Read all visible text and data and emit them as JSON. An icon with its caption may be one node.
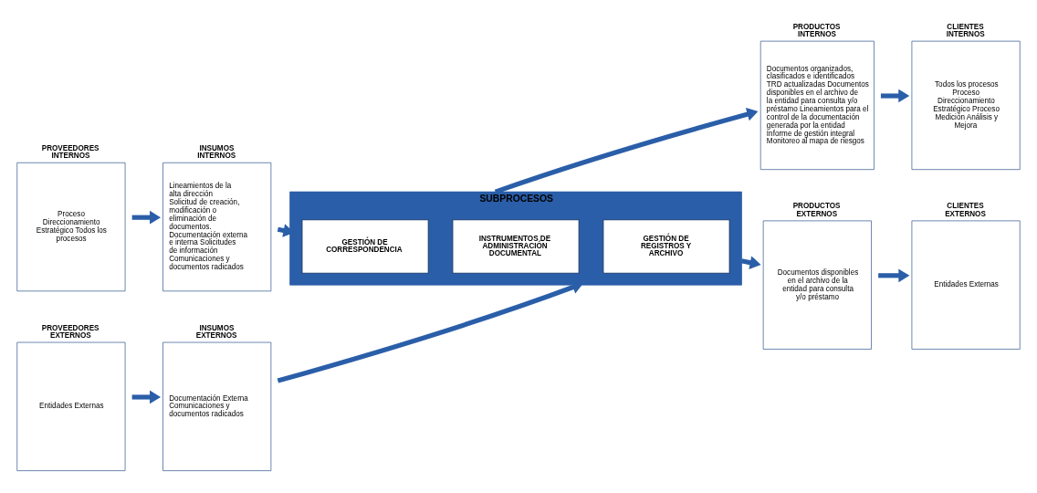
{
  "diagram": {
    "nodes": [
      {
        "text": [
          "PROVEEDORES INTERNOS",
          "Proceso Direccionamiento Estratégico Todos los procesos"
        ]
      },
      {
        "text": [
          "INSUMOS INTERNOS",
          "Lineamientos de la alta dirección Solicitud de creación, modificación o eliminación de documentos. Documentación externa e interna Solicitudes de información Comunicaciones y documentos radicados"
        ]
      },
      {
        "text": [
          "SUBPROCESOS"
        ]
      },
      {
        "text": [
          "GESTIÓN DE CORRESPONDENCIA"
        ],
        "in": 2
      },
      {
        "text": [
          "INSTRUMENTOS DE ADMINISTRACIÓN DOCUMENTAL"
        ],
        "in": 2
      },
      {
        "text": [
          "GESTIÓN DE REGISTROS Y ARCHIVO"
        ],
        "in": 2
      },
      {
        "text": [
          "PRODUCTOS INTERNOS",
          "Documentos organizados, clasificados e identificados TRD actualizadas Documentos disponibles en el archivo de la entidad para consulta y/o préstamo Lineamientos para el control de la documentación generada por la entidad Informe de gestión integral Monitoreo al mapa de riesgos"
        ]
      },
      {
        "text": [
          "CLIENTES INTERNOS",
          "Todos los procesos Proceso Direccionamiento Estratégico Proceso Medición Análisis y Mejora"
        ]
      },
      {
        "text": [
          "PROVEEDORES EXTERNOS",
          "Entidades Externas"
        ]
      },
      {
        "text": [
          "INSUMOS EXTERNOS",
          "Documentación Externa Comunicaciones y documentos radicados"
        ]
      },
      {
        "text": [
          "PRODUCTOS EXTERNOS",
          "Documentos disponibles en el archivo de la entidad para consulta y/o préstamo"
        ]
      },
      {
        "text": [
          "CLIENTES EXTERNOS",
          "Entidades Externas"
        ]
      }
    ],
    "edges": [
      {
        "from": 0,
        "to": 1,
        "arrow": "to"
      },
      {
        "from": 1,
        "to": 2,
        "arrow": "to"
      },
      {
        "from": 2,
        "to": 6,
        "arrow": "to"
      },
      {
        "from": 6,
        "to": 7,
        "arrow": "to"
      },
      {
        "from": 8,
        "to": 9,
        "arrow": "to"
      },
      {
        "from": 9,
        "to": 2,
        "arrow": "to"
      },
      {
        "from": 2,
        "to": 10,
        "arrow": "to"
      },
      {
        "from": 10,
        "to": 11,
        "arrow": "to"
      }
    ]
  }
}
